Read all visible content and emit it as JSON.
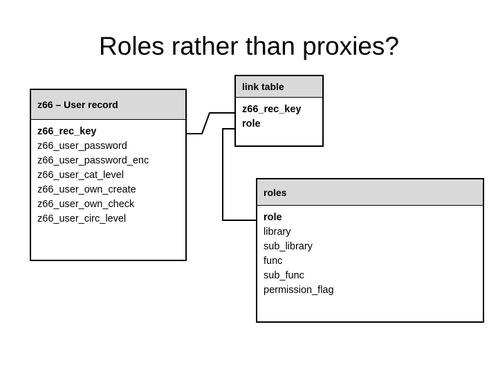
{
  "slide": {
    "title": "Roles rather than proxies?",
    "background_color": "#ffffff",
    "text_color": "#000000",
    "header_fill_color": "#d9d9d9",
    "border_color": "#000000"
  },
  "entities": {
    "user_record": {
      "header": "z66 – User record",
      "fields": [
        {
          "name": "z66_rec_key",
          "key": true
        },
        {
          "name": "z66_user_password",
          "key": false
        },
        {
          "name": "z66_user_password_enc",
          "key": false
        },
        {
          "name": "z66_user_cat_level",
          "key": false
        },
        {
          "name": "z66_user_own_create",
          "key": false
        },
        {
          "name": "z66_user_own_check",
          "key": false
        },
        {
          "name": "z66_user_circ_level",
          "key": false
        }
      ]
    },
    "link_table": {
      "header": "link table",
      "fields": [
        {
          "name": "z66_rec_key",
          "key": true
        },
        {
          "name": "role",
          "key": true
        }
      ]
    },
    "roles": {
      "header": "roles",
      "fields": [
        {
          "name": "role",
          "key": true
        },
        {
          "name": "library",
          "key": false
        },
        {
          "name": "sub_library",
          "key": false
        },
        {
          "name": "func",
          "key": false
        },
        {
          "name": "sub_func",
          "key": false
        },
        {
          "name": "permission_flag",
          "key": false
        }
      ]
    }
  },
  "relationships": [
    {
      "from": "user_record.z66_rec_key",
      "to": "link_table.z66_rec_key"
    },
    {
      "from": "link_table.role",
      "to": "roles.role"
    }
  ]
}
